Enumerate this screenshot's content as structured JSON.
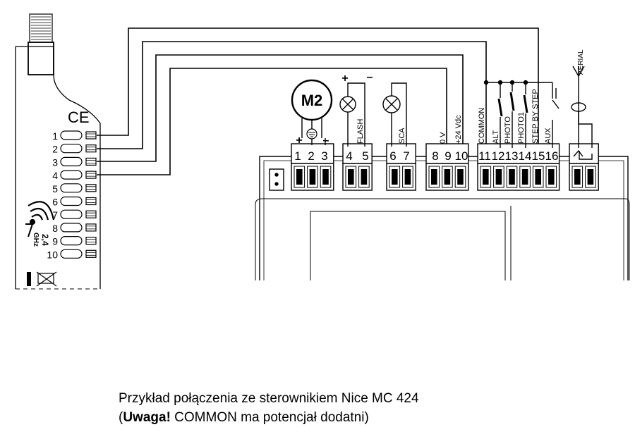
{
  "receiver": {
    "ce_mark": "CE",
    "pins": [
      "1",
      "2",
      "3",
      "4",
      "5",
      "6",
      "7",
      "8",
      "9",
      "10"
    ],
    "band": "2,4",
    "band_unit": "GHz"
  },
  "controller": {
    "motor_label": "M2",
    "flash_plus": "+",
    "flash_minus": "–",
    "motor_plus": "+",
    "motor_minus": "–",
    "terminal_numbers": [
      "1",
      "2",
      "3",
      "4",
      "5",
      "6",
      "7",
      "8",
      "9",
      "10",
      "11",
      "12",
      "13",
      "14",
      "15",
      "16"
    ],
    "vertical_labels": {
      "flash": "FLASH",
      "sca": "SCA",
      "zero_v": "0 V",
      "plus24": "+24 Vdc",
      "common": "COMMON",
      "alt": "ALT",
      "photo": "PHOTO",
      "photo1": "PHOTO1",
      "step": "STEP BY STEP",
      "aux": "AUX",
      "aerial": "AERIAL"
    }
  },
  "caption": {
    "line1": "Przykład połączenia ze sterownikiem Nice MC 424",
    "open_paren": "(",
    "warning": "Uwaga!",
    "line2_rest": " COMMON ma potencjał dodatni)"
  }
}
